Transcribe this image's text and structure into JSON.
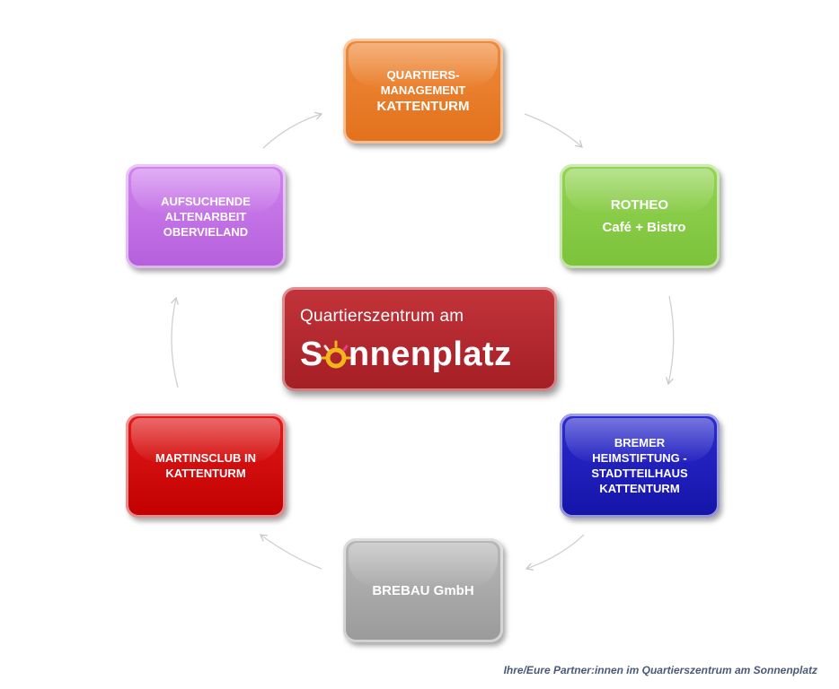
{
  "nodes": {
    "quartiersmanagement": [
      "QUARTIERS-",
      "MANAGEMENT",
      "KATTENTURM"
    ],
    "rotheo": [
      "ROTHEO",
      "Café + Bistro"
    ],
    "bremer_heimstiftung": [
      "BREMER",
      "HEIMSTIFTUNG -",
      "STADTTEILHAUS",
      "KATTENTURM"
    ],
    "brebau": [
      "BREBAU GmbH"
    ],
    "martinsclub": [
      "MARTINSCLUB IN",
      "KATTENTURM"
    ],
    "altenarbeit": [
      "AUFSUCHENDE",
      "ALTENARBEIT",
      "OBERVIELAND"
    ]
  },
  "center": {
    "line1": "Quartierszentrum am",
    "word_before": "S",
    "word_after": "nnenplatz"
  },
  "caption": "Ihre/Eure Partner:innen  im Quartierszentrum am Sonnenplatz",
  "colors": {
    "orange": "#e2711c",
    "green": "#7cc23a",
    "blue": "#1514a8",
    "gray": "#9a9a9a",
    "red": "#c10000",
    "purple": "#b55fdc",
    "center": "#a41e24"
  }
}
